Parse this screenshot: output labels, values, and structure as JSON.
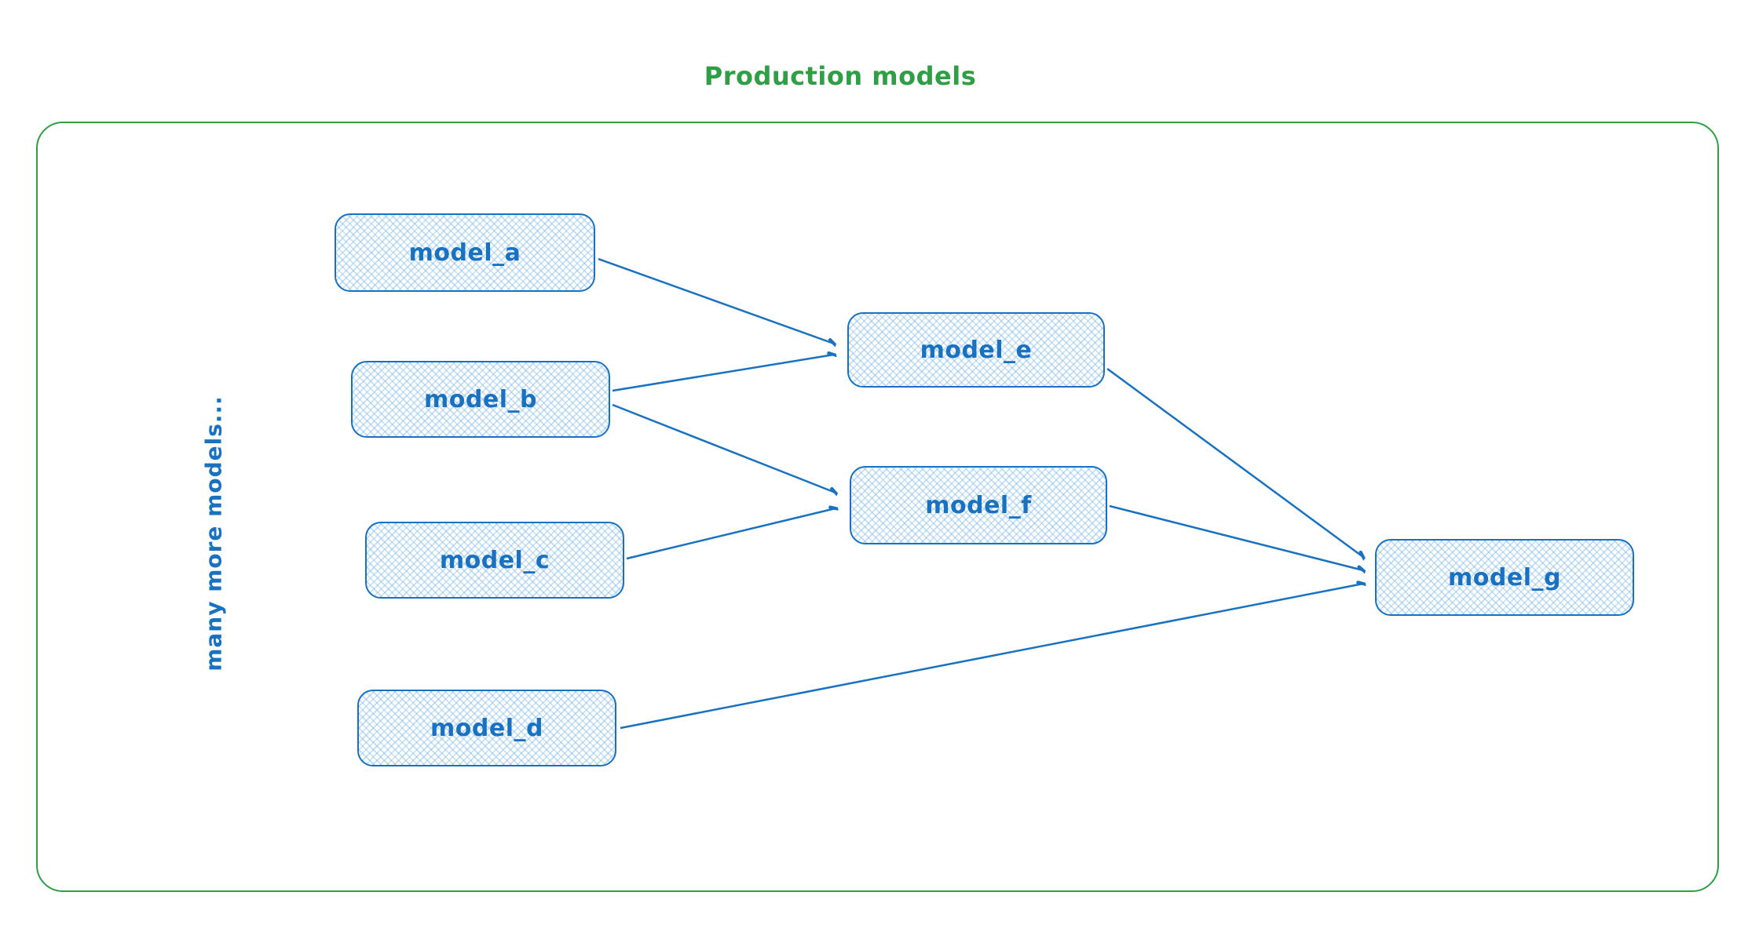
{
  "title": "Production models",
  "side_label": "many more models...",
  "colors": {
    "frame_green": "#2f9e44",
    "node_stroke_blue": "#1971c2",
    "node_fill_blue": "#a5d8ff"
  },
  "nodes": {
    "model_a": {
      "label": "model_a"
    },
    "model_b": {
      "label": "model_b"
    },
    "model_c": {
      "label": "model_c"
    },
    "model_d": {
      "label": "model_d"
    },
    "model_e": {
      "label": "model_e"
    },
    "model_f": {
      "label": "model_f"
    },
    "model_g": {
      "label": "model_g"
    }
  },
  "edges": [
    {
      "from": "model_a",
      "to": "model_e"
    },
    {
      "from": "model_b",
      "to": "model_e"
    },
    {
      "from": "model_b",
      "to": "model_f"
    },
    {
      "from": "model_c",
      "to": "model_f"
    },
    {
      "from": "model_e",
      "to": "model_g"
    },
    {
      "from": "model_f",
      "to": "model_g"
    },
    {
      "from": "model_d",
      "to": "model_g"
    }
  ]
}
